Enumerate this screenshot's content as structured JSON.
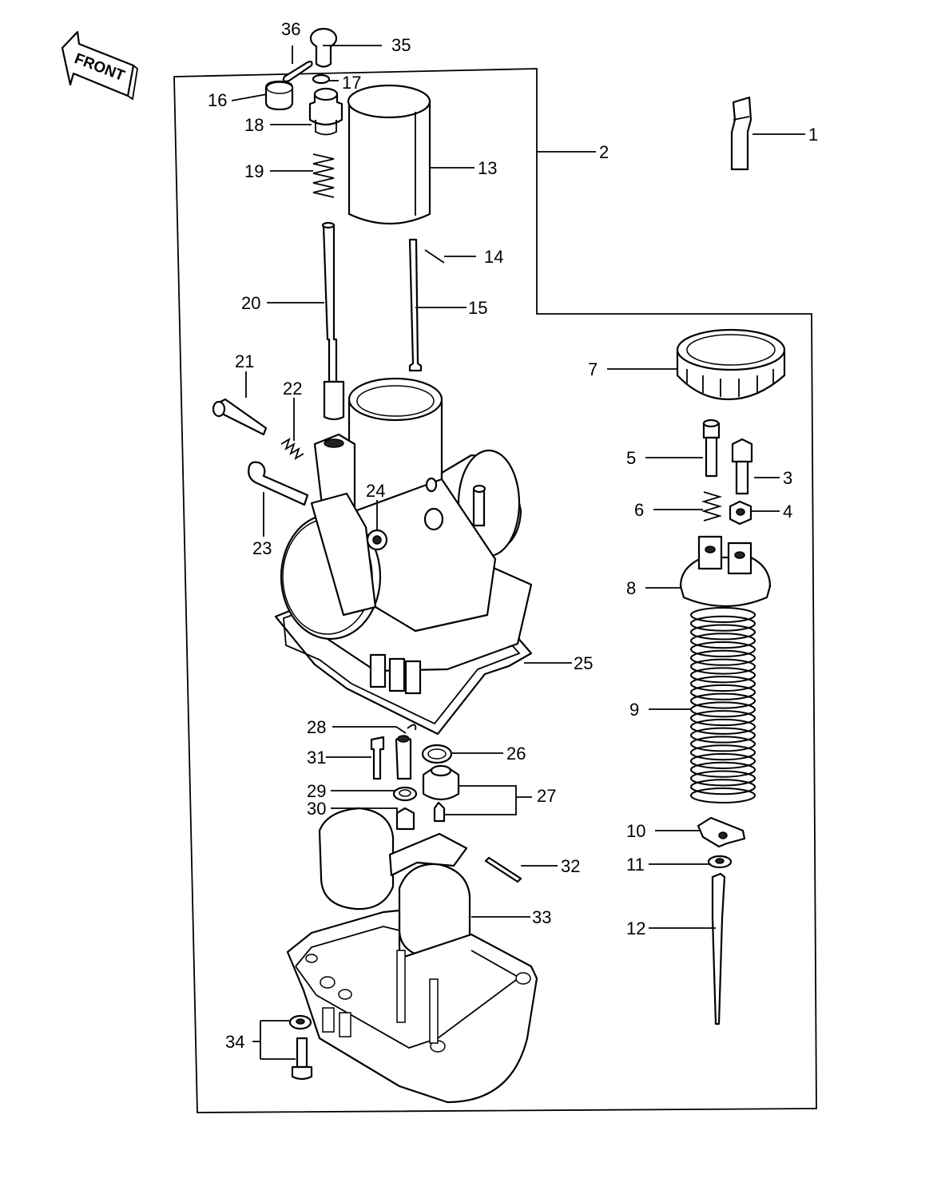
{
  "front_arrow_text": "FRONT",
  "callouts": [
    {
      "id": "1",
      "text": "1"
    },
    {
      "id": "2",
      "text": "2"
    },
    {
      "id": "3",
      "text": "3"
    },
    {
      "id": "4",
      "text": "4"
    },
    {
      "id": "5",
      "text": "5"
    },
    {
      "id": "6",
      "text": "6"
    },
    {
      "id": "7",
      "text": "7"
    },
    {
      "id": "8",
      "text": "8"
    },
    {
      "id": "9",
      "text": "9"
    },
    {
      "id": "10",
      "text": "10"
    },
    {
      "id": "11",
      "text": "11"
    },
    {
      "id": "12",
      "text": "12"
    },
    {
      "id": "13",
      "text": "13"
    },
    {
      "id": "14",
      "text": "14"
    },
    {
      "id": "15",
      "text": "15"
    },
    {
      "id": "16",
      "text": "16"
    },
    {
      "id": "17",
      "text": "17"
    },
    {
      "id": "18",
      "text": "18"
    },
    {
      "id": "19",
      "text": "19"
    },
    {
      "id": "20",
      "text": "20"
    },
    {
      "id": "21",
      "text": "21"
    },
    {
      "id": "22",
      "text": "22"
    },
    {
      "id": "23",
      "text": "23"
    },
    {
      "id": "24",
      "text": "24"
    },
    {
      "id": "25",
      "text": "25"
    },
    {
      "id": "26",
      "text": "26"
    },
    {
      "id": "27",
      "text": "27"
    },
    {
      "id": "28",
      "text": "28"
    },
    {
      "id": "29",
      "text": "29"
    },
    {
      "id": "30",
      "text": "30"
    },
    {
      "id": "31",
      "text": "31"
    },
    {
      "id": "32",
      "text": "32"
    },
    {
      "id": "33",
      "text": "33"
    },
    {
      "id": "34",
      "text": "34"
    },
    {
      "id": "35",
      "text": "35"
    },
    {
      "id": "36",
      "text": "36"
    }
  ]
}
